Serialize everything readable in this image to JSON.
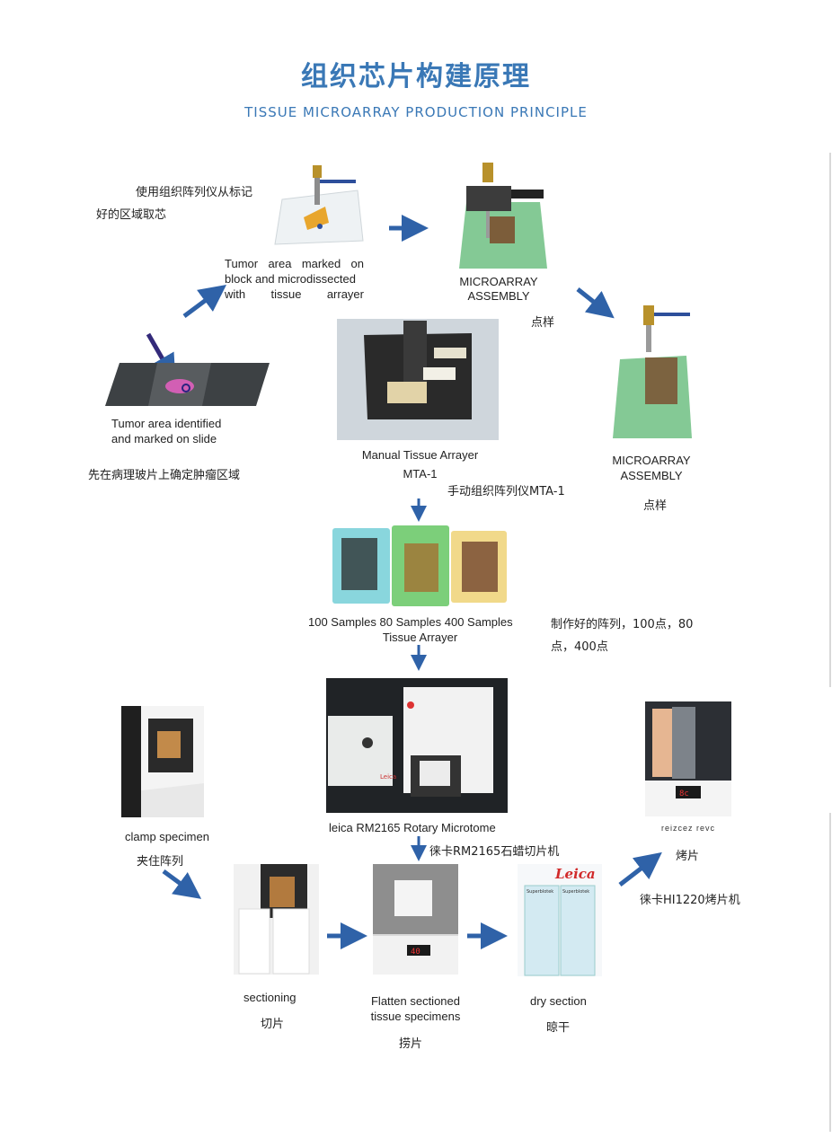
{
  "header": {
    "title_cn": "组织芯片构建原理",
    "title_en": "TISSUE MICROARRAY PRODUCTION PRINCIPLE"
  },
  "steps": {
    "identify": {
      "label_en_1": "Tumor area identified",
      "label_en_2": "and marked on slide",
      "label_cn": "先在病理玻片上确定肿瘤区域"
    },
    "core": {
      "label_cn_1": "使用组织阵列仪从标记",
      "label_cn_2": "好的区域取芯",
      "label_en_1": "Tumor area marked on",
      "label_en_2": "block and microdissected",
      "label_en_3": "with tissue arrayer"
    },
    "assembly_top": {
      "label_en_1": "MICROARRAY",
      "label_en_2": "ASSEMBLY",
      "label_cn": "点样"
    },
    "assembly_right": {
      "label_en_1": "MICROARRAY",
      "label_en_2": "ASSEMBLY",
      "label_cn": "点样"
    },
    "arrayer": {
      "label_en_1": "Manual Tissue Arrayer",
      "label_en_2": "MTA-1",
      "label_cn": "手动组织阵列仪MTA-1"
    },
    "arrays": {
      "label_en_1": "100 Samples  80 Samples  400 Samples",
      "label_en_2": "Tissue Arrayer",
      "label_cn_1": "制作好的阵列，100点，80",
      "label_cn_2": "点，400点"
    },
    "microtome": {
      "label_en": "leica RM2165 Rotary Microtome",
      "label_cn": "徕卡RM2165石蜡切片机",
      "display": "Leica"
    },
    "clamp": {
      "label_en": "clamp specimen",
      "label_cn": "夹住阵列"
    },
    "sectioning": {
      "label_en": "sectioning",
      "label_cn": "切片"
    },
    "flatten": {
      "label_en_1": "Flatten sectioned",
      "label_en_2": "tissue specimens",
      "label_cn": "捞片",
      "display": "40"
    },
    "dry": {
      "label_en": "dry section",
      "label_cn": "晾干",
      "brand": "Leica",
      "slide_1": "Superblotek",
      "slide_2": "Superblotek"
    },
    "bake": {
      "label_cn": "烤片",
      "label_cn_2": "徕卡HI1220烤片机",
      "caption": "reizcez revc",
      "display": "8c"
    }
  },
  "colors": {
    "title": "#3a78b6",
    "arrow": "#2f62a8",
    "green_block": "#6fbf83",
    "paraffin": "#eeeeea"
  }
}
